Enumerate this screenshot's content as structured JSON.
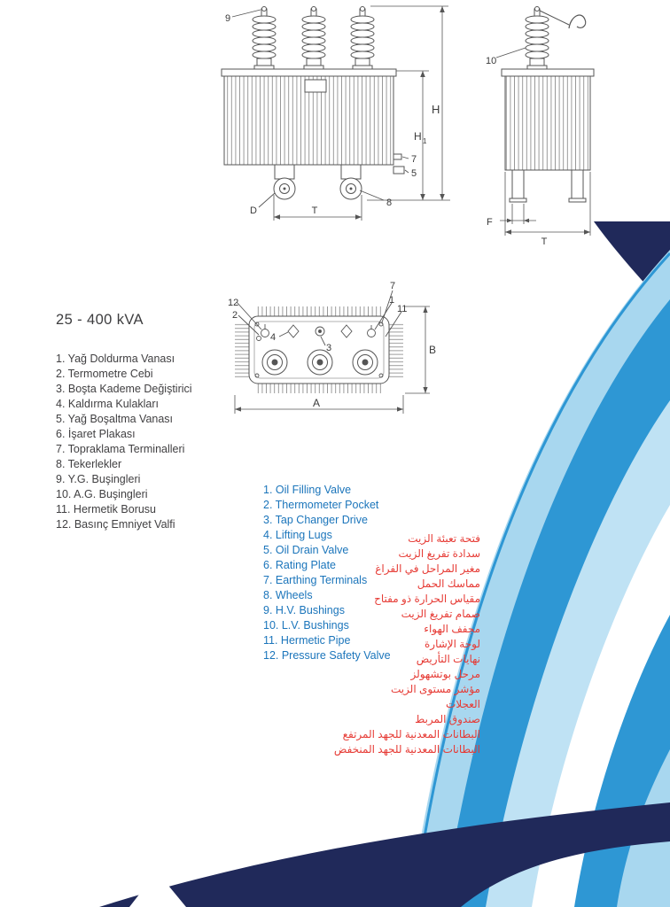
{
  "page": {
    "title": "25 - 400 kVA"
  },
  "colors": {
    "turkish_list": "#414042",
    "english_list": "#1b75bb",
    "arabic_list": "#e63b35",
    "swoosh_navy": "#20295a",
    "swoosh_blue": "#2e97d4",
    "swoosh_light": "#a8d7ef"
  },
  "lists": {
    "turkish": {
      "items": [
        "1. Yağ Doldurma Vanası",
        "2. Termometre Cebi",
        "3. Boşta Kademe Değiştirici",
        "4. Kaldırma Kulakları",
        "5. Yağ Boşaltma Vanası",
        "6. İşaret Plakası",
        "7. Topraklama Terminalleri",
        "8. Tekerlekler",
        "9. Y.G. Buşingleri",
        "10. A.G. Buşingleri",
        "11. Hermetik Borusu",
        "12. Basınç Emniyet Valfi"
      ]
    },
    "english": {
      "items": [
        "1. Oil Filling Valve",
        "2. Thermometer Pocket",
        "3. Tap Changer Drive",
        "4. Lifting Lugs",
        "5. Oil Drain Valve",
        "6. Rating Plate",
        "7. Earthing Terminals",
        "8. Wheels",
        "9. H.V. Bushings",
        "10. L.V. Bushings",
        "11. Hermetic Pipe",
        "12. Pressure Safety Valve"
      ]
    },
    "arabic": {
      "items": [
        "فتحة تعبئة الزيت",
        "سدادة تفريغ الزيت",
        "مغير المراحل في الفراغ",
        "مماسك الحمل",
        "مقياس الحرارة ذو مفتاح",
        "صمام تفريغ الزيت",
        "مجفف الهواء",
        "لوحة الإشارة",
        "نهايات التأريض",
        "مرحل بوتشهولز",
        "مؤشر مستوى الزيت",
        "العجلات",
        "صندوق المربط",
        "البطانات المعدنية للجهد المرتفع",
        "البطانات المعدنية للجهد المنخفض"
      ]
    }
  },
  "diagram": {
    "front": {
      "callout_9": "9",
      "callout_7": "7",
      "callout_5": "5",
      "callout_8": "8",
      "dim_D": "D",
      "dim_T": "T",
      "dim_H": "H",
      "dim_H1_main": "H",
      "dim_H1_sub": "1"
    },
    "side": {
      "callout_10": "10",
      "dim_F": "F",
      "dim_T": "T"
    },
    "top": {
      "callout_12": "12",
      "callout_2": "2",
      "callout_4": "4",
      "callout_3": "3",
      "callout_7": "7",
      "callout_1": "1",
      "callout_11": "11",
      "dim_A": "A",
      "dim_B": "B"
    }
  }
}
